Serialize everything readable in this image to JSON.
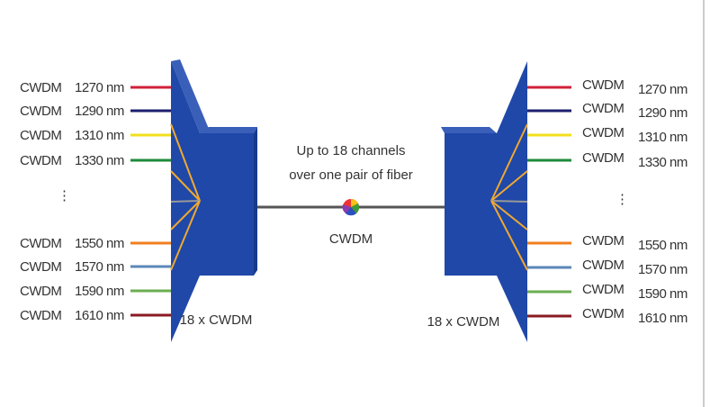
{
  "channels": [
    {
      "prefix": "CWDM",
      "wavelength": "1270 nm",
      "color": "#d0213a"
    },
    {
      "prefix": "CWDM",
      "wavelength": "1290 nm",
      "color": "#1c1f6e"
    },
    {
      "prefix": "CWDM",
      "wavelength": "1310 nm",
      "color": "#f2df1c"
    },
    {
      "prefix": "CWDM",
      "wavelength": "1330 nm",
      "color": "#1e8a3a"
    },
    {
      "prefix": "CWDM",
      "wavelength": "1550 nm",
      "color": "#f07d1e"
    },
    {
      "prefix": "CWDM",
      "wavelength": "1570 nm",
      "color": "#5b87b8"
    },
    {
      "prefix": "CWDM",
      "wavelength": "1590 nm",
      "color": "#6cae52"
    },
    {
      "prefix": "CWDM",
      "wavelength": "1610 nm",
      "color": "#8a1a22"
    }
  ],
  "ellipsis": "⋮",
  "left_device_label": "18 x CWDM",
  "right_device_label": "18 x CWDM",
  "center": {
    "line1": "Up to 18 channels",
    "line2": "over one pair of fiber",
    "label": "CWDM"
  },
  "colors": {
    "device": "#1f48a8",
    "device_top": "#3a5fb8",
    "fan": "#f0a830",
    "cable": "#555555"
  }
}
